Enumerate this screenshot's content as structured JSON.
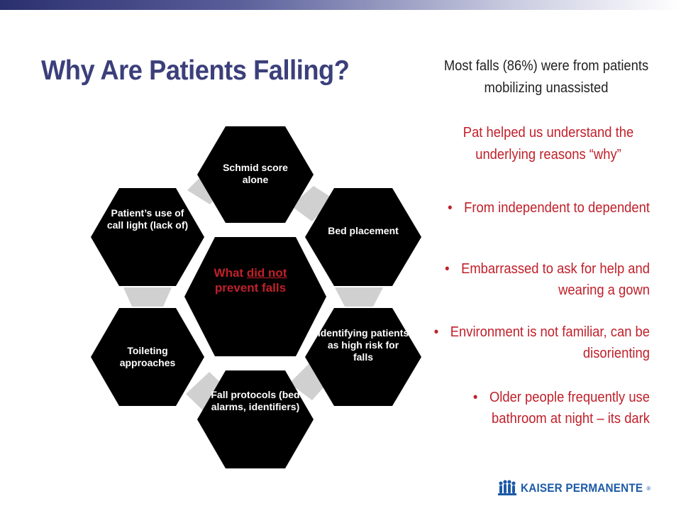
{
  "slide": {
    "title": "Why Are Patients Falling?",
    "note_black": "Most falls (86%) were from patients mobilizing unassisted",
    "note_red": "Pat helped us understand the underlying reasons “why”",
    "bullets": [
      "From independent to dependent",
      "Embarrassed to ask for help and wearing a gown",
      "Environment is not familiar, can be disorienting",
      "Older people frequently use bathroom at night – its dark"
    ],
    "bullet_glyph": "•"
  },
  "diagram": {
    "center": {
      "part1": "What ",
      "part2": "did not",
      "part3": " prevent falls",
      "color": "#c0202a"
    },
    "nodes": [
      "Schmid score alone",
      "Bed placement",
      "Identifying patients as high risk for falls",
      "Fall protocols (bed alarms, identifiers)",
      "Toileting approaches",
      "Patient’s use of call light (lack of)"
    ],
    "hex_color": "#000000",
    "connector_color": "#d0d0d0"
  },
  "logo": {
    "text": "KAISER PERMANENTE",
    "mark": "®",
    "icon": "kaiser-figures-icon",
    "color": "#1d5aa8"
  },
  "colors": {
    "title": "#3b3f7a",
    "accent_red": "#c0202a"
  }
}
